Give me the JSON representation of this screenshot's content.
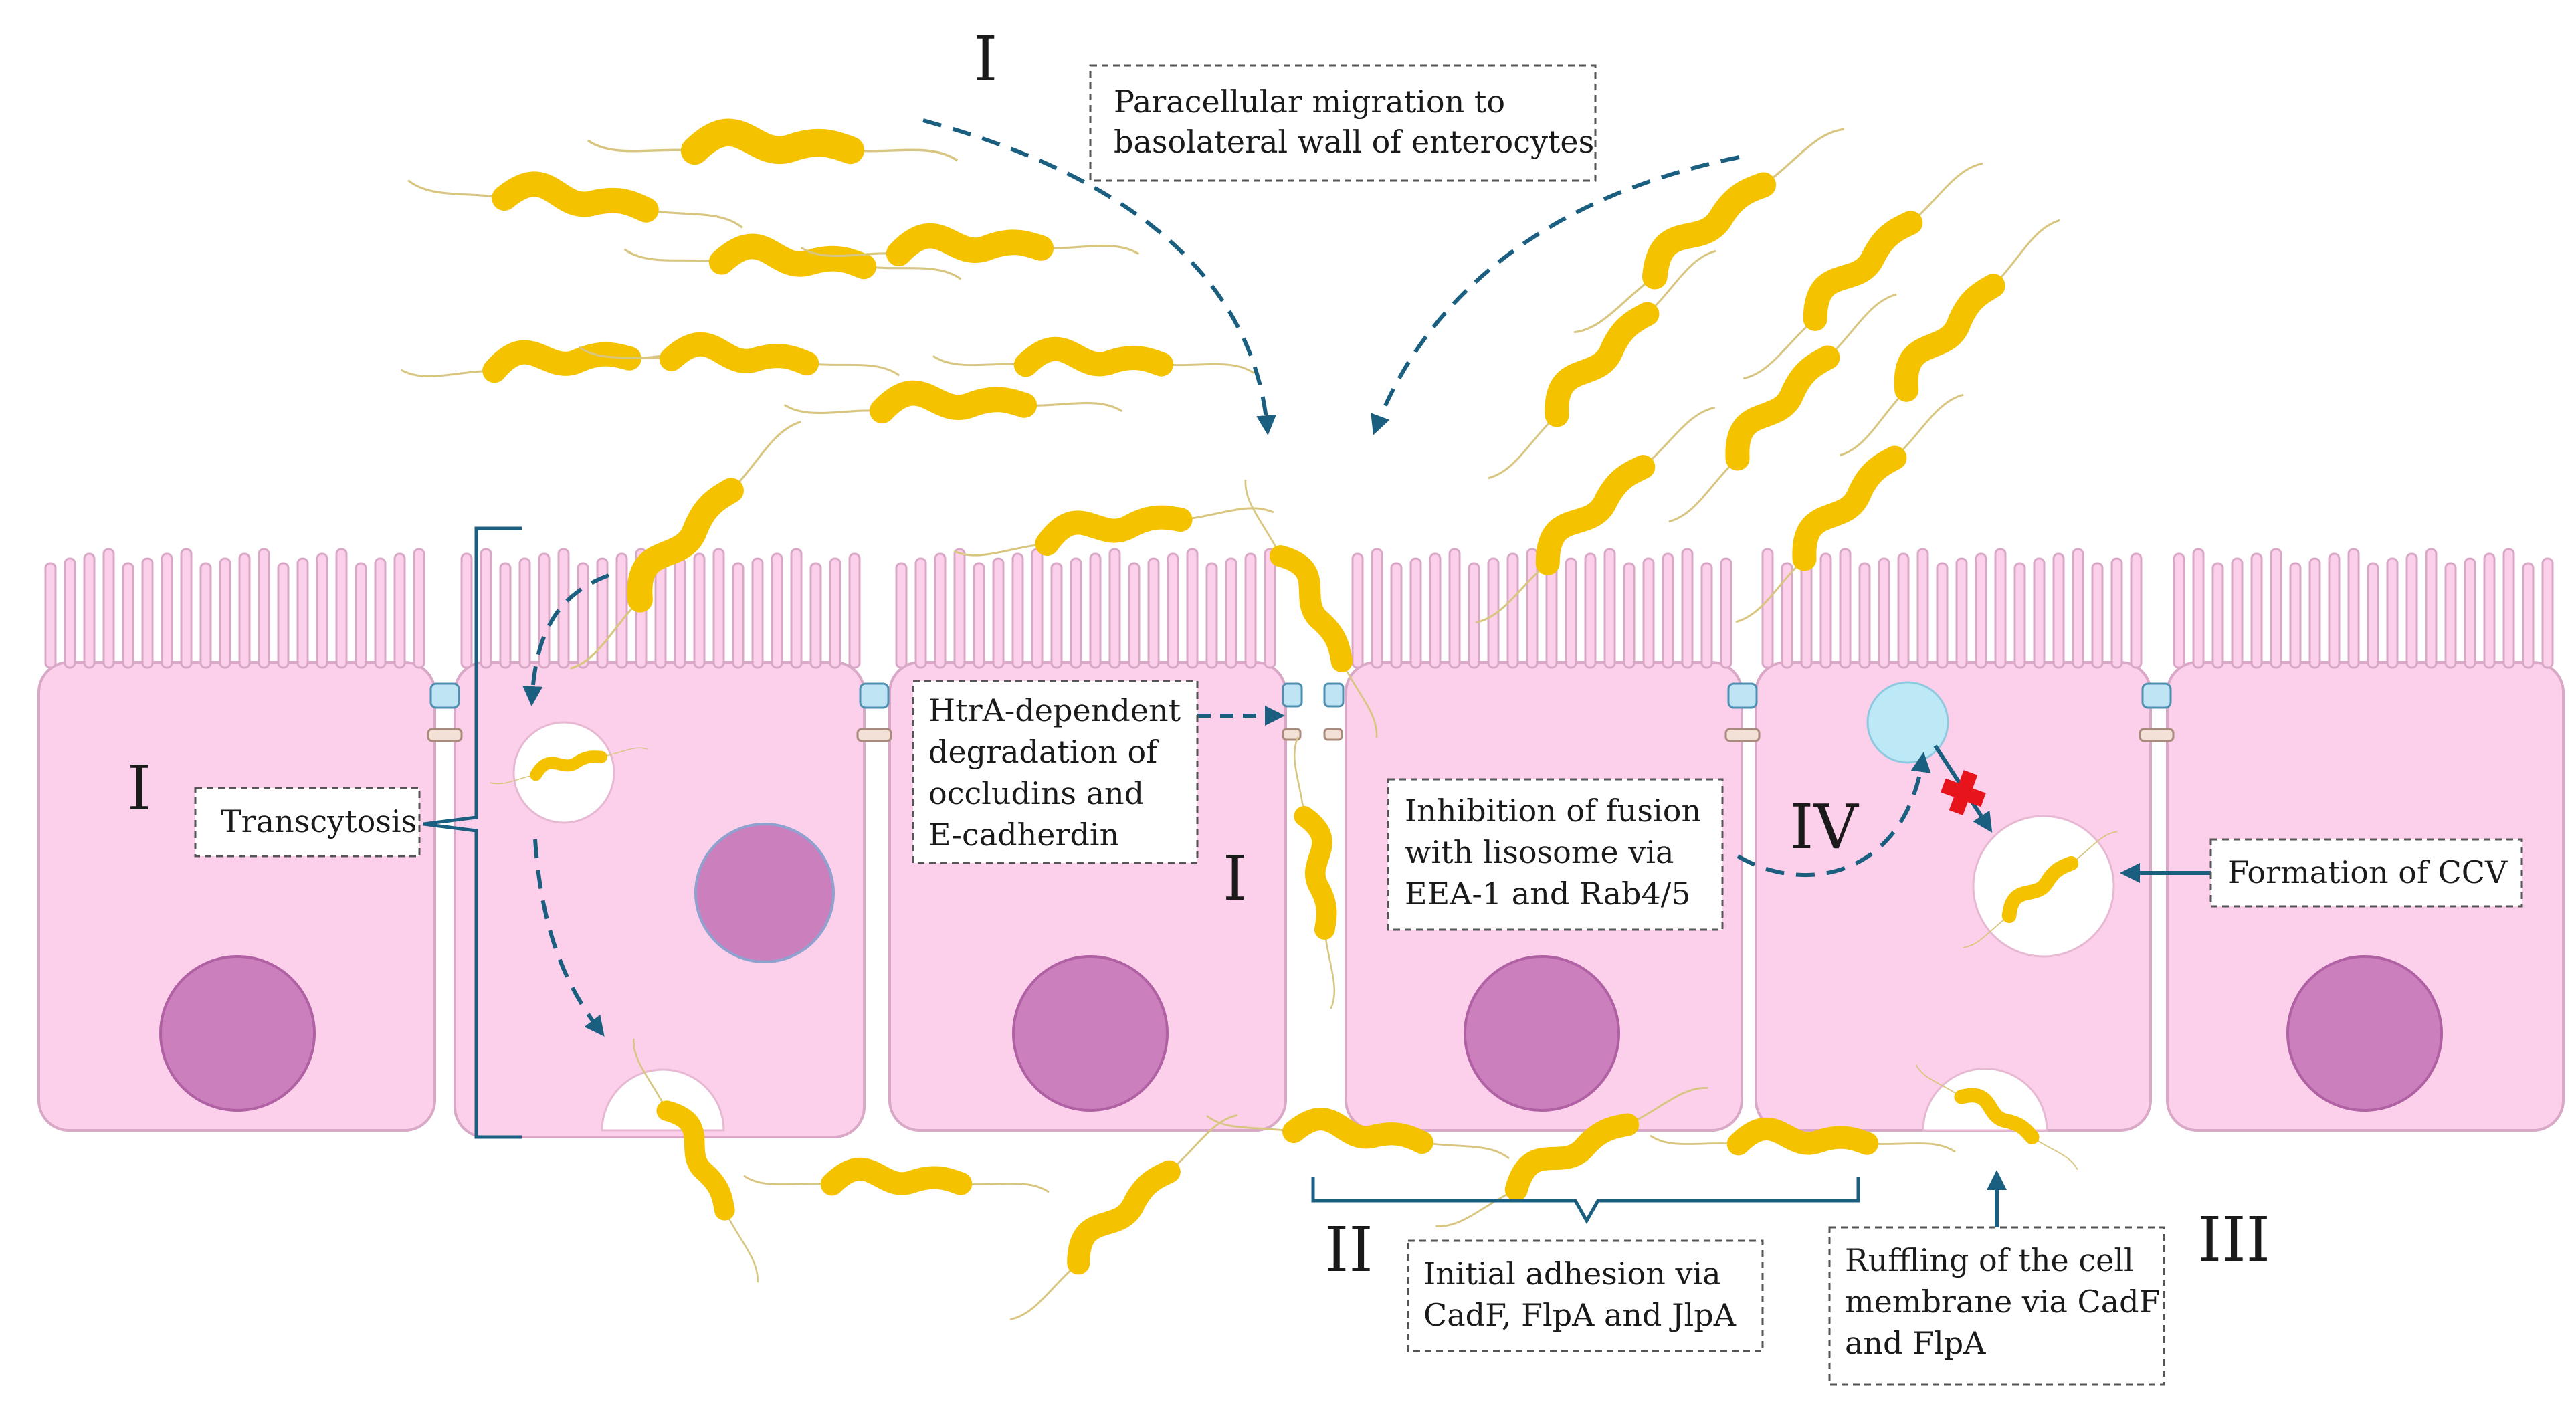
{
  "labels": {
    "paracellular": [
      "Paracellular migration to",
      "basolateral wall of enterocytes"
    ],
    "transcytosis": "Transcytosis",
    "htra": [
      "HtrA-dependent",
      "degradation of",
      "occludins and",
      "E-cadherdin"
    ],
    "inhibition": [
      "Inhibition of fusion",
      "with lisosome via",
      "EEA-1 and Rab4/5"
    ],
    "ccv": "Formation of CCV",
    "adhesion": [
      "Initial adhesion via",
      "CadF, FlpA and JlpA"
    ],
    "ruffling": [
      "Ruffling of the cell",
      "membrane via CadF",
      "and FlpA"
    ]
  },
  "roman": {
    "top": "I",
    "left": "I",
    "middle": "I",
    "adhesion": "II",
    "ruffling": "III",
    "inhibition": "IV"
  },
  "colors": {
    "cell": "#fcd0ea",
    "cell_border": "#d9a8c6",
    "nucleus": "#cc7fbd",
    "bacterium": "#f5c200",
    "arrow": "#1b5f80",
    "junction_top": "#bfe5f5",
    "junction_bottom": "#f3e0d6",
    "lysosome": "#bde9f7",
    "block_cross": "#e8141c"
  }
}
